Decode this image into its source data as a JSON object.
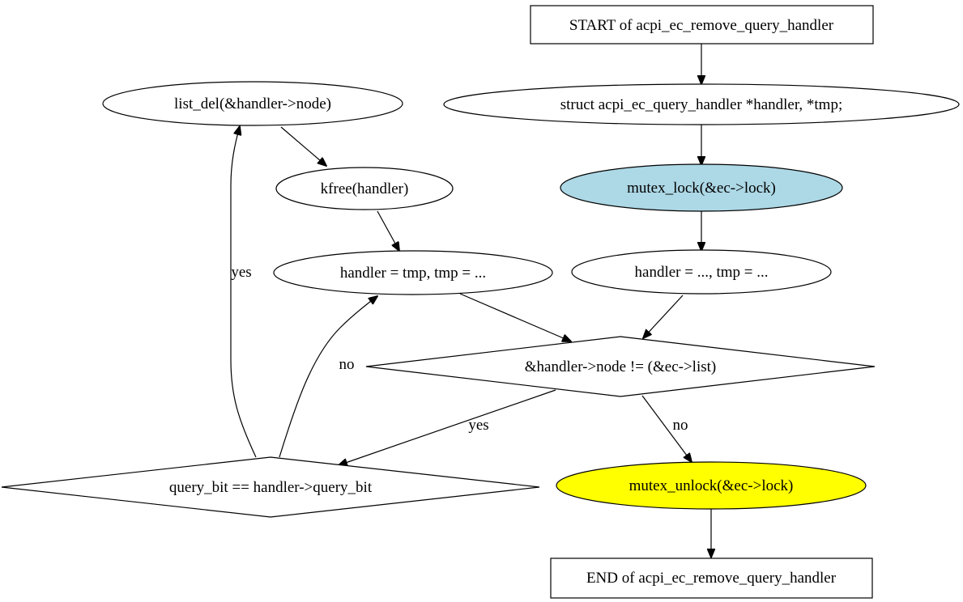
{
  "colors": {
    "background": "#ffffff",
    "default_fill": "#ffffff",
    "lock_fill": "#add8e6",
    "unlock_fill": "#ffff00",
    "stroke": "#000000"
  },
  "nodes": {
    "start": {
      "label": "START of acpi_ec_remove_query_handler"
    },
    "decl": {
      "label": "struct acpi_ec_query_handler *handler, *tmp;"
    },
    "lock": {
      "label": "mutex_lock(&ec->lock)"
    },
    "init": {
      "label": "handler = ..., tmp = ..."
    },
    "cond_loop": {
      "label": "&handler->node != (&ec->list)"
    },
    "cond_bit": {
      "label": "query_bit == handler->query_bit"
    },
    "list_del": {
      "label": "list_del(&handler->node)"
    },
    "kfree": {
      "label": "kfree(handler)"
    },
    "advance": {
      "label": "handler = tmp, tmp = ..."
    },
    "unlock": {
      "label": "mutex_unlock(&ec->lock)"
    },
    "end": {
      "label": "END of acpi_ec_remove_query_handler"
    }
  },
  "edges": {
    "loop_yes": "yes",
    "loop_no": "no",
    "bit_yes": "yes",
    "bit_no": "no"
  }
}
